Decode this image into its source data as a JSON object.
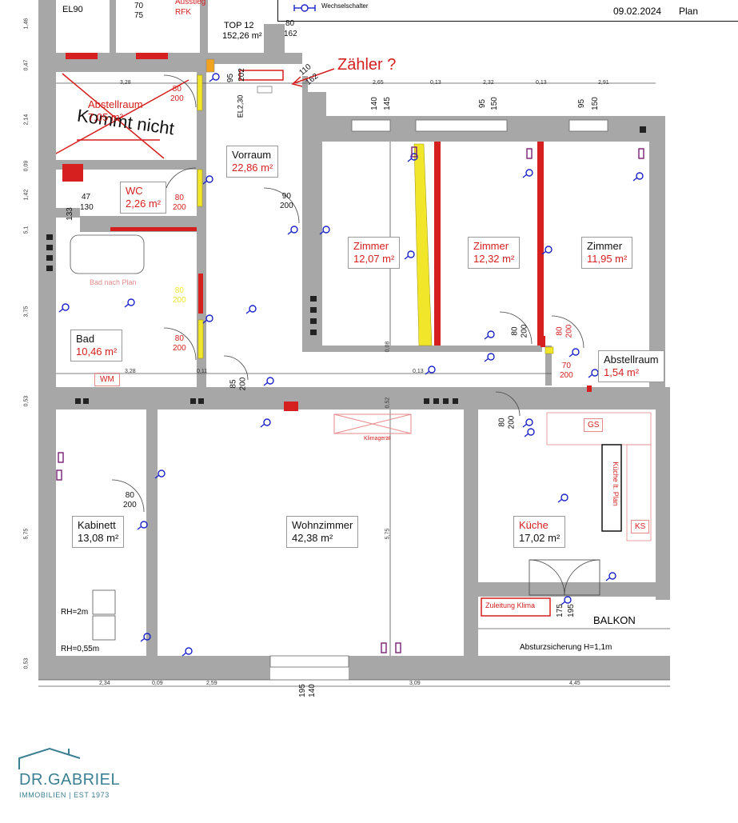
{
  "legend": {
    "item_label": "Wechselschalter"
  },
  "meta": {
    "date": "09.02.2024",
    "plan": "Plan"
  },
  "top": {
    "title": "TOP 12",
    "area": "152,26 m²"
  },
  "annotations": {
    "zaehler": "Zähler ?",
    "kommt_nicht": "Kommt nicht",
    "ausstieg": "Ausstieg",
    "rfk": "RFK",
    "el90": "EL90",
    "el230": "EL2,30",
    "bad_nach_plan": "Bad nach Plan",
    "kueche_lt_plan": "Küche lt. Plan",
    "zuleitung_klima": "Zuleitung Klima",
    "klimagerat": "Klimagerät",
    "wm": "WM",
    "gs": "GS",
    "ks": "KS",
    "balkon": "BALKON",
    "absturz": "Absturzsicherung H=1,1m",
    "rh1": "RH=2m",
    "rh2": "RH=0,55m"
  },
  "rooms": [
    {
      "id": "abstellraum1",
      "name": "Abstellraum",
      "area": "7,05 m²",
      "color": "#d61f1f"
    },
    {
      "id": "vorraum",
      "name": "Vorraum",
      "area": "22,86 m²",
      "color": "#d61f1f"
    },
    {
      "id": "wc",
      "name": "WC",
      "area": "2,26 m²",
      "color": "#d61f1f"
    },
    {
      "id": "zimmer1",
      "name": "Zimmer",
      "area": "12,07 m²",
      "color": "#d61f1f"
    },
    {
      "id": "zimmer2",
      "name": "Zimmer",
      "area": "12,32 m²",
      "color": "#d61f1f"
    },
    {
      "id": "zimmer3",
      "name": "Zimmer",
      "area": "11,95 m²",
      "color": "#d61f1f"
    },
    {
      "id": "bad",
      "name": "Bad",
      "area": "10,46 m²",
      "color": "#111111"
    },
    {
      "id": "abstellraum2",
      "name": "Abstellraum",
      "area": "1,54 m²",
      "color": "#111111"
    },
    {
      "id": "kabinett",
      "name": "Kabinett",
      "area": "13,08 m²",
      "color": "#111111"
    },
    {
      "id": "wohnzimmer",
      "name": "Wohnzimmer",
      "area": "42,38 m²",
      "color": "#111111"
    },
    {
      "id": "kueche",
      "name": "Küche",
      "area": "17,02 m²",
      "color": "#d61f1f"
    }
  ],
  "dims_top": [
    "3,28",
    "2,65",
    "0,13",
    "2,32",
    "0,13",
    "2,91"
  ],
  "dims_bottom": [
    "2,34",
    "0,09",
    "2,59",
    "3,09",
    "4,45"
  ],
  "dims_left": [
    "1,46",
    "0,47",
    "2,14",
    "0,09",
    "1,42",
    "5,1",
    "3,75",
    "0,53",
    "5,75",
    "0,53"
  ],
  "dims_misc": [
    "70",
    "75",
    "80",
    "162",
    "95",
    "202",
    "110",
    "162",
    "140",
    "145",
    "95",
    "150",
    "95",
    "150",
    "47",
    "130",
    "133",
    "3,28",
    "0,11",
    "0,08",
    "0,13",
    "5,75",
    "0,52",
    "195",
    "140",
    "175",
    "195"
  ],
  "doors": [
    {
      "w": "80",
      "h": "200"
    },
    {
      "w": "80",
      "h": "200"
    },
    {
      "w": "90",
      "h": "200"
    },
    {
      "w": "80",
      "h": "200"
    },
    {
      "w": "85",
      "h": "200"
    },
    {
      "w": "80",
      "h": "200"
    },
    {
      "w": "80",
      "h": "200"
    },
    {
      "w": "70",
      "h": "200"
    },
    {
      "w": "80",
      "h": "200"
    },
    {
      "w": "80",
      "h": "200"
    },
    {
      "w": "80",
      "h": "200"
    },
    {
      "w": "90",
      "h": "200"
    }
  ],
  "colors": {
    "wall": "#a7a7a7",
    "red": "#d61f1f",
    "blue": "#1a23c9",
    "yellow": "#f2e62a",
    "purple": "#7b1f78",
    "pink": "#e58a8a",
    "teal": "#3b7f93"
  },
  "logo": {
    "name": "DR.GABRIEL",
    "tagline": "IMMOBILIEN | EST 1973"
  }
}
